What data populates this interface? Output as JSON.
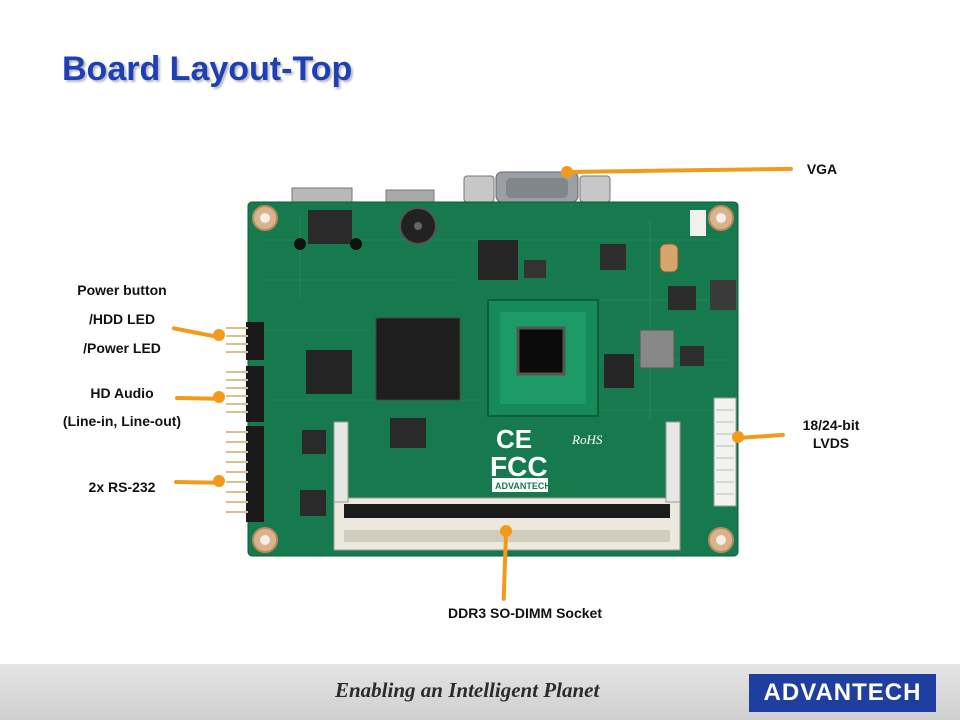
{
  "slide": {
    "title": "Board Layout-Top"
  },
  "labels": {
    "vga": "VGA",
    "power_line1": "Power button",
    "power_line2": "/HDD LED",
    "power_line3": "/Power LED",
    "audio_line1": "HD Audio",
    "audio_line2": "(Line-in, Line-out)",
    "rs232": "2x RS-232",
    "lvds_line1": "18/24-bit",
    "lvds_line2": "LVDS",
    "ddr3": "DDR3 SO-DIMM Socket"
  },
  "board_markings": {
    "fcc": "FCC",
    "ce": "CE",
    "brand": "ADVANTECH",
    "rohs": "RoHS"
  },
  "footer": {
    "tagline": "Enabling an Intelligent Planet",
    "logo": "ADVANTECH"
  },
  "colors": {
    "title": "#1f3fb4",
    "callout": "#f39a1d",
    "pcb": "#177a4f",
    "logo_bg": "#1f3fa0"
  }
}
